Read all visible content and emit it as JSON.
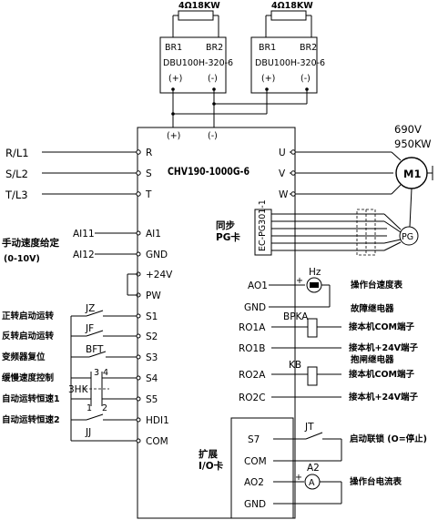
{
  "brakes": [
    {
      "resistor_label": "4Ω18KW",
      "unit_top_left": "BR1",
      "unit_top_right": "BR2",
      "model": "DBU100H-320-6",
      "pos": "(+)",
      "neg": "(-)"
    },
    {
      "resistor_label": "4Ω18KW",
      "unit_top_left": "BR1",
      "unit_top_right": "BR2",
      "model": "DBU100H-320-6",
      "pos": "(+)",
      "neg": "(-)"
    }
  ],
  "inverter": {
    "model": "CHV190-1000G-6",
    "dc_pos": "(+)",
    "dc_neg": "(-)",
    "left_terminals": [
      "R",
      "S",
      "T",
      "AI1",
      "GND",
      "+24V",
      "PW",
      "S1",
      "S2",
      "S3",
      "S4",
      "S5",
      "HDI1",
      "COM"
    ],
    "right_terminals": [
      "U",
      "V",
      "W",
      "AO1",
      "GND",
      "RO1A",
      "RO1B",
      "RO2A",
      "RO2C"
    ],
    "pg_card_label": "同步\nPG卡",
    "io_card_label": "扩展\nI/O卡",
    "io_terminals": [
      "S7",
      "COM",
      "AO2",
      "GND"
    ],
    "pg_card_vertical_text": "EC-PG301-1"
  },
  "supply": [
    "R/L1",
    "S/L2",
    "T/L3"
  ],
  "motor": {
    "label": "M1",
    "voltage": "690V",
    "power": "950KW",
    "encoder": "PG"
  },
  "left_inputs": {
    "ai_title": "手动速度给定",
    "ai_range": "(0-10V)",
    "ai_labels": [
      "AI11",
      "AI12"
    ],
    "switch_desc": [
      "正转启动运转",
      "反转启动运转",
      "变频器复位",
      "缓慢速度控制",
      "自动运转恒速1",
      "自动运转恒速2"
    ],
    "switch_labels": [
      "JZ",
      "JF",
      "BFT",
      "3HK",
      "JJ"
    ],
    "hk_numbers": [
      "3",
      "4",
      "1",
      "2"
    ]
  },
  "right_outputs": {
    "meter1_label": "Hz",
    "meter1_desc": "操作台速度表",
    "relay1_name": "BPKA",
    "relay1_title": "故障继电器",
    "relay1_desc_a": "接本机COM端子",
    "relay1_desc_b": "接本机+24V端子",
    "relay2_name": "KB",
    "relay2_title": "抱闸继电器",
    "relay2_desc_a": "接本机COM端子",
    "relay2_desc_b": "接本机+24V端子",
    "s7_switch": "JT",
    "s7_desc": "启动联锁 (O=停止)",
    "meter2_label": "A2",
    "meter2_desc": "操作台电流表"
  }
}
